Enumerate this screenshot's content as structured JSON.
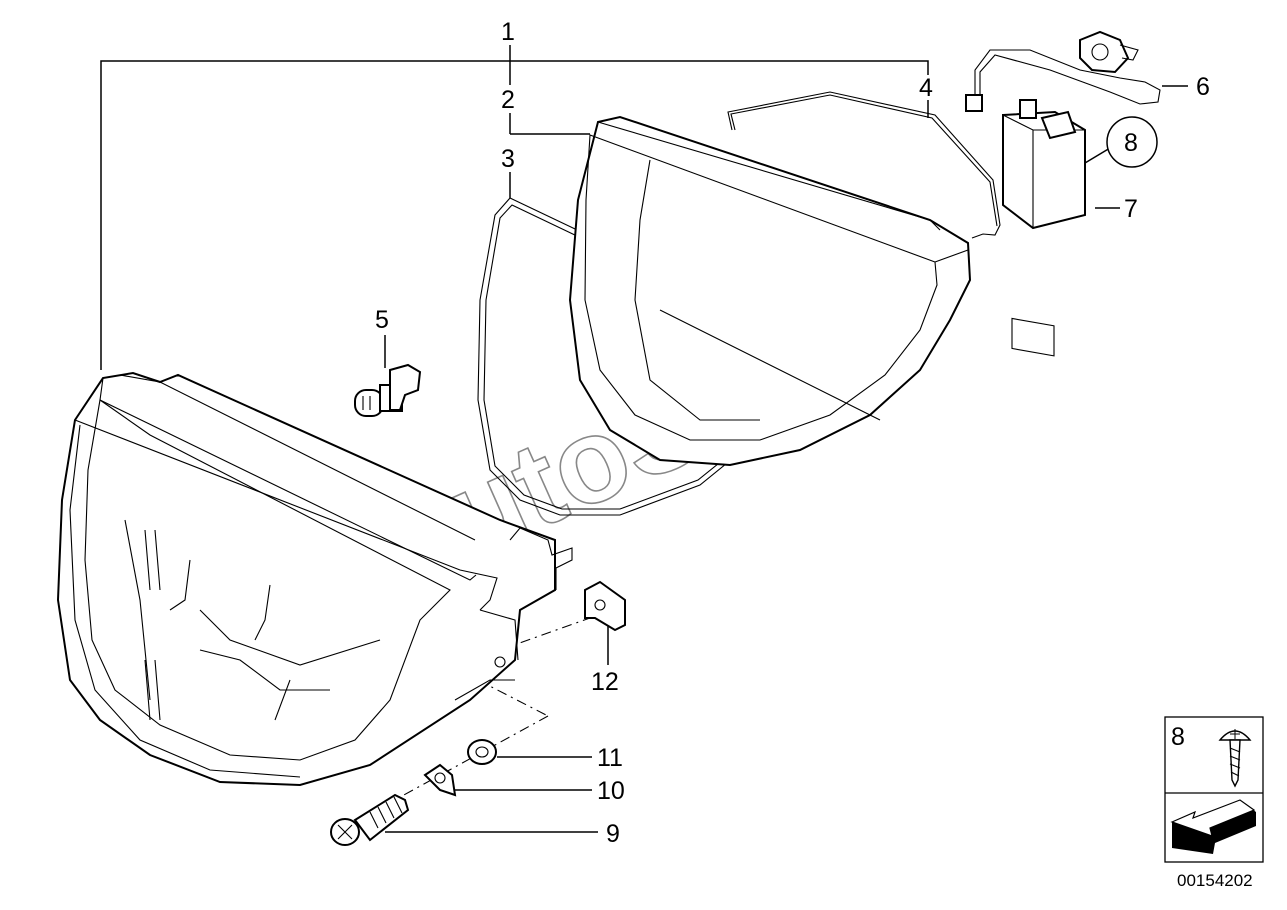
{
  "callouts": {
    "c1": "1",
    "c2": "2",
    "c3": "3",
    "c4": "4",
    "c5": "5",
    "c6": "6",
    "c7": "7",
    "c8": "8",
    "c9": "9",
    "c10": "10",
    "c11": "11",
    "c12": "12"
  },
  "legend_box": {
    "number": "8"
  },
  "watermark": "AutoSoft",
  "reference_number": "00154202"
}
